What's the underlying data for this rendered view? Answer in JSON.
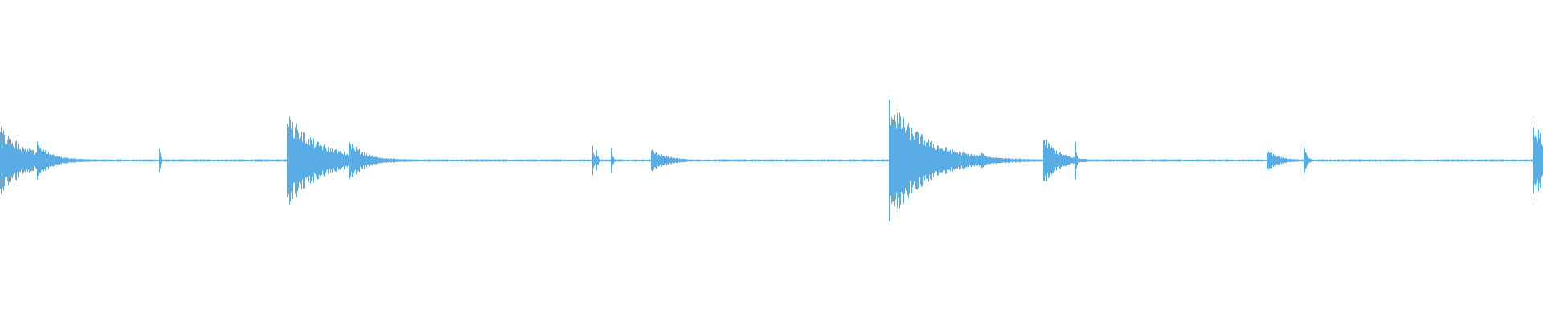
{
  "waveform": {
    "color": "#5aace4",
    "background": "#ffffff",
    "duration_fraction_events": [
      {
        "t": 0.0,
        "amp": 0.22,
        "decay": 0.018
      },
      {
        "t": 0.024,
        "amp": 0.12,
        "decay": 0.01
      },
      {
        "t": 0.103,
        "amp": 0.08,
        "decay": 0.001
      },
      {
        "t": 0.186,
        "amp": 0.3,
        "decay": 0.022
      },
      {
        "t": 0.226,
        "amp": 0.14,
        "decay": 0.01
      },
      {
        "t": 0.234,
        "amp": 0.06,
        "decay": 0.004
      },
      {
        "t": 0.384,
        "amp": 0.1,
        "decay": 0.001
      },
      {
        "t": 0.386,
        "amp": 0.13,
        "decay": 0.001
      },
      {
        "t": 0.396,
        "amp": 0.1,
        "decay": 0.001
      },
      {
        "t": 0.422,
        "amp": 0.07,
        "decay": 0.012
      },
      {
        "t": 0.576,
        "amp": 0.4,
        "decay": 0.024
      },
      {
        "t": 0.636,
        "amp": 0.05,
        "decay": 0.006
      },
      {
        "t": 0.676,
        "amp": 0.16,
        "decay": 0.01
      },
      {
        "t": 0.697,
        "amp": 0.14,
        "decay": 0.001
      },
      {
        "t": 0.821,
        "amp": 0.08,
        "decay": 0.008
      },
      {
        "t": 0.845,
        "amp": 0.11,
        "decay": 0.002
      },
      {
        "t": 0.993,
        "amp": 0.28,
        "decay": 0.01
      }
    ]
  }
}
